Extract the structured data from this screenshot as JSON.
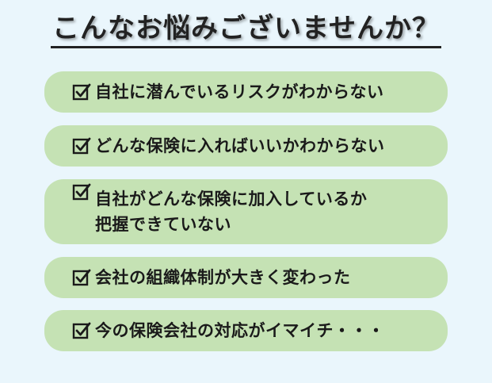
{
  "title": "こんなお悩みございませんか？",
  "checklist": [
    {
      "label": "自社に潜んでいるリスクがわからない",
      "icon": "checkbox-checked-icon"
    },
    {
      "label": "どんな保険に入ればいいかわからない",
      "icon": "checkbox-checked-icon"
    },
    {
      "label": "自社がどんな保険に加入しているか\n把握できていない",
      "icon": "checkbox-checked-icon"
    },
    {
      "label": "会社の組織体制が大きく変わった",
      "icon": "checkbox-checked-icon"
    },
    {
      "label": "今の保険会社の対応がイマイチ・・・",
      "icon": "checkbox-checked-icon"
    }
  ],
  "colors": {
    "background": "#eaf6fc",
    "pill": "#c5e2b4",
    "text": "#1a1a1a"
  }
}
